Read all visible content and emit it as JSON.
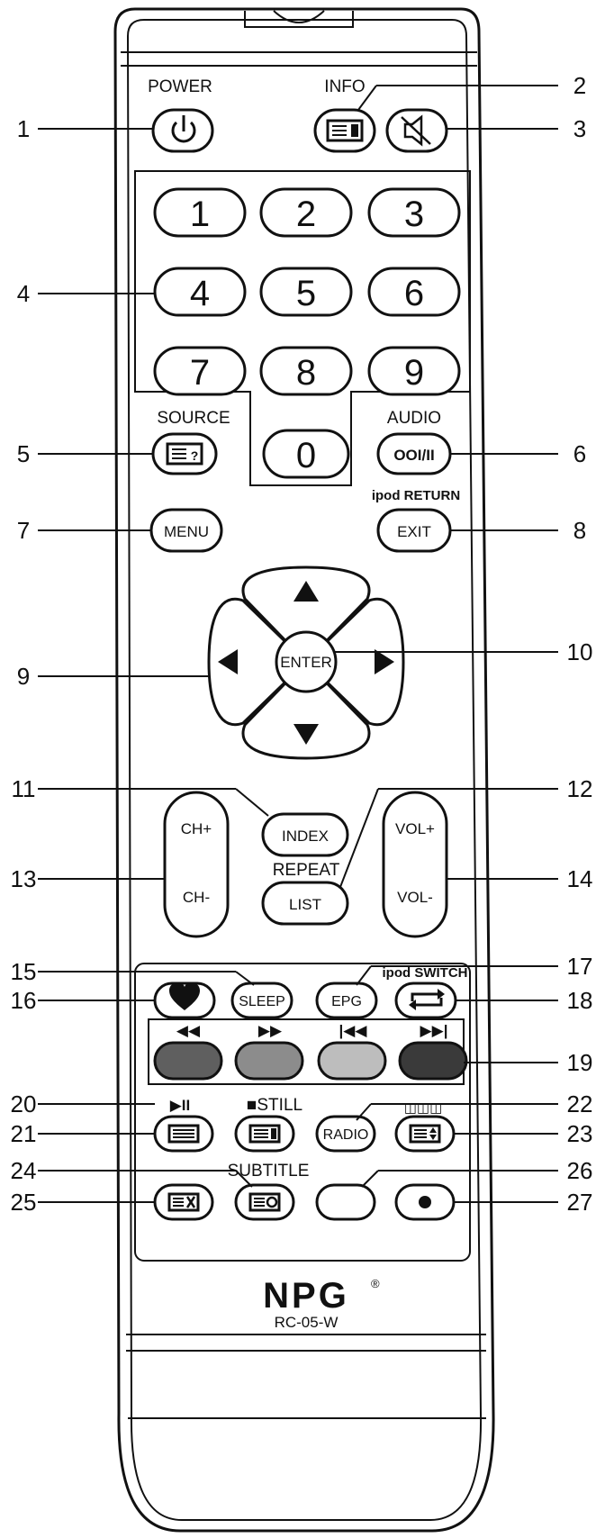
{
  "brand": "NPG",
  "brand_mark": "®",
  "model": "RC-05-W",
  "labels": {
    "power": "POWER",
    "info": "INFO",
    "source": "SOURCE",
    "audio": "AUDIO",
    "ipod_return": "ipod RETURN",
    "repeat": "REPEAT",
    "ipod_switch": "ipod SWITCH",
    "still": "■STILL",
    "subtitle": "SUBTITLE"
  },
  "buttons": {
    "menu": "MENU",
    "exit": "EXIT",
    "enter": "ENTER",
    "index": "INDEX",
    "list": "LIST",
    "ch_plus": "CH+",
    "ch_minus": "CH-",
    "vol_plus": "VOL+",
    "vol_minus": "VOL-",
    "sleep": "SLEEP",
    "epg": "EPG",
    "radio": "RADIO",
    "audio_mode": "OOI/II",
    "media_rew": "◀◀",
    "media_ff": "▶▶",
    "media_prev": "|◀◀",
    "media_next": "▶▶|",
    "play_pause": "▶II"
  },
  "digits": [
    "1",
    "2",
    "3",
    "4",
    "5",
    "6",
    "7",
    "8",
    "9",
    "0"
  ],
  "callouts": [
    "1",
    "2",
    "3",
    "4",
    "5",
    "6",
    "7",
    "8",
    "9",
    "10",
    "11",
    "12",
    "13",
    "14",
    "15",
    "16",
    "17",
    "18",
    "19",
    "20",
    "21",
    "22",
    "23",
    "24",
    "25",
    "26",
    "27"
  ],
  "colors": {
    "red_key": "#5f5f5f",
    "green_key": "#8c8c8c",
    "yellow_key": "#bdbdbd",
    "blue_key": "#3a3a3a"
  }
}
